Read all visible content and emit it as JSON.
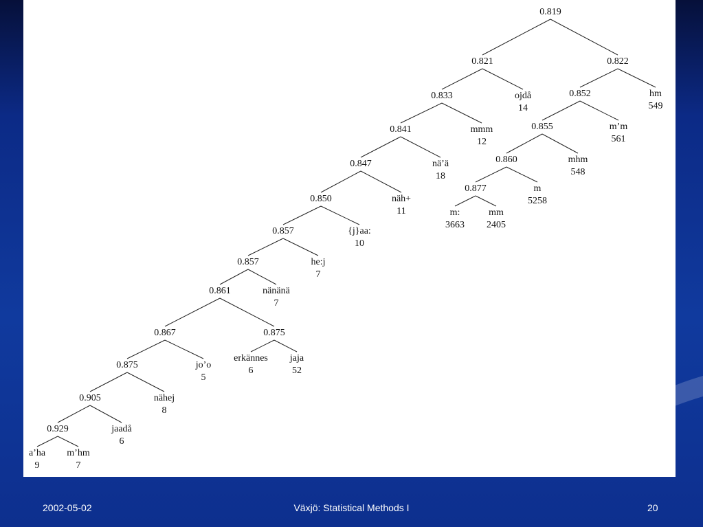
{
  "slide": {
    "date": "2002-05-02",
    "title": "Växjö: Statistical Methods I",
    "page_number": "20"
  },
  "tree": {
    "nodes": [
      {
        "id": "n0819",
        "label": "0.819"
      },
      {
        "id": "n0821",
        "label": "0.821"
      },
      {
        "id": "n0822",
        "label": "0.822"
      },
      {
        "id": "n0833",
        "label": "0.833"
      },
      {
        "id": "ojda",
        "label": "ojdå",
        "count": "14"
      },
      {
        "id": "n0852",
        "label": "0.852"
      },
      {
        "id": "hm",
        "label": "hm",
        "count": "549"
      },
      {
        "id": "n0841",
        "label": "0.841"
      },
      {
        "id": "mmm",
        "label": "mmm",
        "count": "12"
      },
      {
        "id": "n0855",
        "label": "0.855"
      },
      {
        "id": "mqm",
        "label": "m’m",
        "count": "561"
      },
      {
        "id": "n0847",
        "label": "0.847"
      },
      {
        "id": "naqa",
        "label": "nä’ä",
        "count": "18"
      },
      {
        "id": "n0860",
        "label": "0.860"
      },
      {
        "id": "mhm",
        "label": "mhm",
        "count": "548"
      },
      {
        "id": "n0850",
        "label": "0.850"
      },
      {
        "id": "nahplus",
        "label": "näh+",
        "count": "11"
      },
      {
        "id": "n0877",
        "label": "0.877"
      },
      {
        "id": "m",
        "label": "m",
        "count": "5258"
      },
      {
        "id": "mcolon",
        "label": "m:",
        "count": "3663"
      },
      {
        "id": "mm",
        "label": "mm",
        "count": "2405"
      },
      {
        "id": "n0857a",
        "label": "0.857"
      },
      {
        "id": "jaa",
        "label": "{j}aa:",
        "count": "10"
      },
      {
        "id": "n0857b",
        "label": "0.857"
      },
      {
        "id": "hej",
        "label": "he:j",
        "count": "7"
      },
      {
        "id": "n0861",
        "label": "0.861"
      },
      {
        "id": "nanana",
        "label": "nänänä",
        "count": "7"
      },
      {
        "id": "n0867",
        "label": "0.867"
      },
      {
        "id": "n0875b",
        "label": "0.875"
      },
      {
        "id": "erkannes",
        "label": "erkännes",
        "count": "6"
      },
      {
        "id": "jaja",
        "label": "jaja",
        "count": "52"
      },
      {
        "id": "n0875a",
        "label": "0.875"
      },
      {
        "id": "joo",
        "label": "jo’o",
        "count": "5"
      },
      {
        "id": "n0905",
        "label": "0.905"
      },
      {
        "id": "nahej",
        "label": "nähej",
        "count": "8"
      },
      {
        "id": "n0929",
        "label": "0.929"
      },
      {
        "id": "jaada",
        "label": "jaadå",
        "count": "6"
      },
      {
        "id": "aha",
        "label": "a’ha",
        "count": "9"
      },
      {
        "id": "mhm2",
        "label": "m’hm",
        "count": "7"
      }
    ],
    "edges": [
      [
        "n0819",
        "n0821"
      ],
      [
        "n0819",
        "n0822"
      ],
      [
        "n0821",
        "n0833"
      ],
      [
        "n0821",
        "ojda"
      ],
      [
        "n0822",
        "n0852"
      ],
      [
        "n0822",
        "hm"
      ],
      [
        "n0833",
        "n0841"
      ],
      [
        "n0833",
        "mmm"
      ],
      [
        "n0852",
        "n0855"
      ],
      [
        "n0852",
        "mqm"
      ],
      [
        "n0841",
        "n0847"
      ],
      [
        "n0841",
        "naqa"
      ],
      [
        "n0855",
        "n0860"
      ],
      [
        "n0855",
        "mhm"
      ],
      [
        "n0847",
        "n0850"
      ],
      [
        "n0847",
        "nahplus"
      ],
      [
        "n0860",
        "n0877"
      ],
      [
        "n0860",
        "m"
      ],
      [
        "n0877",
        "mcolon"
      ],
      [
        "n0877",
        "mm"
      ],
      [
        "n0850",
        "n0857a"
      ],
      [
        "n0850",
        "jaa"
      ],
      [
        "n0857a",
        "n0857b"
      ],
      [
        "n0857a",
        "hej"
      ],
      [
        "n0857b",
        "n0861"
      ],
      [
        "n0857b",
        "nanana"
      ],
      [
        "n0861",
        "n0867"
      ],
      [
        "n0861",
        "n0875b"
      ],
      [
        "n0875b",
        "erkannes"
      ],
      [
        "n0875b",
        "jaja"
      ],
      [
        "n0867",
        "n0875a"
      ],
      [
        "n0867",
        "joo"
      ],
      [
        "n0875a",
        "n0905"
      ],
      [
        "n0875a",
        "nahej"
      ],
      [
        "n0905",
        "n0929"
      ],
      [
        "n0905",
        "jaada"
      ],
      [
        "n0929",
        "aha"
      ],
      [
        "n0929",
        "mhm2"
      ]
    ]
  }
}
